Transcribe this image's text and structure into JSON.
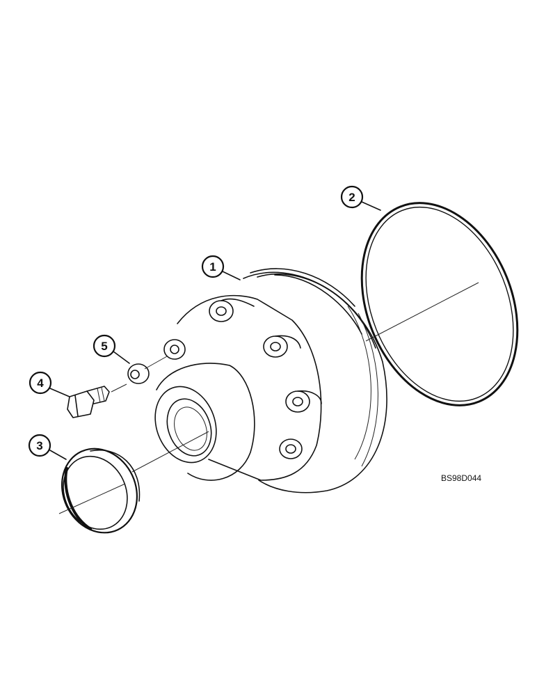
{
  "callouts": [
    {
      "id": "1",
      "label": "1"
    },
    {
      "id": "2",
      "label": "2"
    },
    {
      "id": "3",
      "label": "3"
    },
    {
      "id": "4",
      "label": "4"
    },
    {
      "id": "5",
      "label": "5"
    }
  ],
  "figure_code": "BS98D044"
}
